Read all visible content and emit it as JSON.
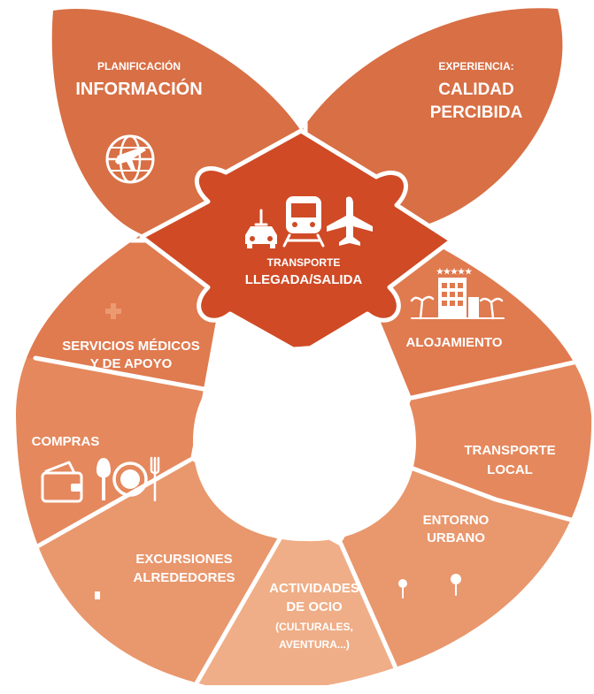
{
  "colors": {
    "top_pieces": "#d86f45",
    "center_piece": "#cf4a25",
    "upper_mid": "#e07a4f",
    "side_pieces": "#e5885d",
    "lower_pieces": "#e9976d",
    "bottom_pieces": "#efae87",
    "separator": "#ffffff"
  },
  "pieces": {
    "planificacion": {
      "line1": "PLANIFICACIÓN",
      "line2": "INFORMACIÓN",
      "icon": "globe-plane-icon"
    },
    "experiencia": {
      "line1": "EXPERIENCIA:",
      "line2": "CALIDAD",
      "line3": "PERCIBIDA"
    },
    "transporte": {
      "line1": "TRANSPORTE",
      "line2": "LLEGADA/SALIDA",
      "icons": [
        "car-icon",
        "train-icon",
        "airplane-icon"
      ]
    },
    "alojamiento": {
      "label": "ALOJAMIENTO",
      "icon": "hotel-palms-icon"
    },
    "servicios": {
      "line1": "SERVICIOS MÉDICOS",
      "line2": "Y DE APOYO",
      "icon": "medical-cross-icon"
    },
    "transporte_local": {
      "line1": "TRANSPORTE",
      "line2": "LOCAL"
    },
    "compras": {
      "label": "COMPRAS",
      "icons": [
        "wallet-icon",
        "dining-icon"
      ]
    },
    "entorno": {
      "line1": "ENTORNO",
      "line2": "URBANO",
      "icon": "trees-icon"
    },
    "excursiones": {
      "line1": "EXCURSIONES",
      "line2": "ALREDEDORES"
    },
    "actividades": {
      "line1": "ACTIVIDADES",
      "line2": "DE OCIO",
      "line3": "(CULTURALES,",
      "line4": "AVENTURA...)"
    }
  }
}
